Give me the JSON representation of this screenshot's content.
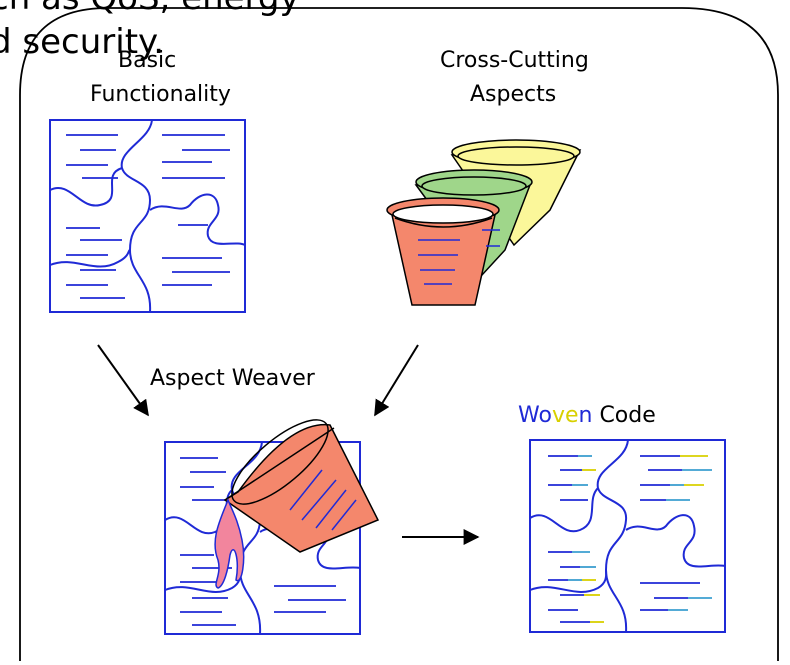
{
  "clipped_text": {
    "line1": "ch as QoS, energy",
    "line2": "d security."
  },
  "labels": {
    "basic_line1": "Basic",
    "basic_line2": "Functionality",
    "cross_line1": "Cross-Cutting",
    "cross_line2": "Aspects",
    "weaver": "Aspect Weaver",
    "woven_part1": "Wo",
    "woven_part2": "ve",
    "woven_part3": "n",
    "woven_part4": " Code"
  },
  "colors": {
    "puzzle_stroke": "#1f2ad6",
    "cup_red": "#f4876c",
    "cup_green": "#9fd68a",
    "cup_yellow": "#fbf79a",
    "woven_blue": "#1f2ad6",
    "woven_yellow": "#d8d000",
    "woven_teal": "#3c9fd0",
    "drip_fill": "#f2859d"
  }
}
